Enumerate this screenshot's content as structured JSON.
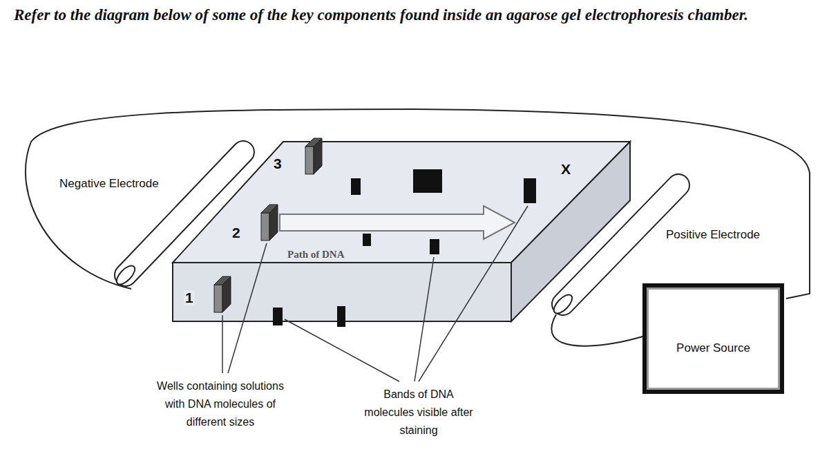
{
  "diagram": {
    "title": "Refer to the diagram below of some of the key components found inside an agarose gel electrophoresis chamber.",
    "nodes": [
      {
        "text": [
          "Power Source"
        ]
      }
    ],
    "labels": [
      "Negative Electrode",
      "Positive Electrode",
      "1",
      "2",
      "3",
      "X",
      "Path of DNA",
      "Wells containing solutions with DNA molecules of different sizes",
      "Bands of DNA molecules visible after staining"
    ]
  }
}
